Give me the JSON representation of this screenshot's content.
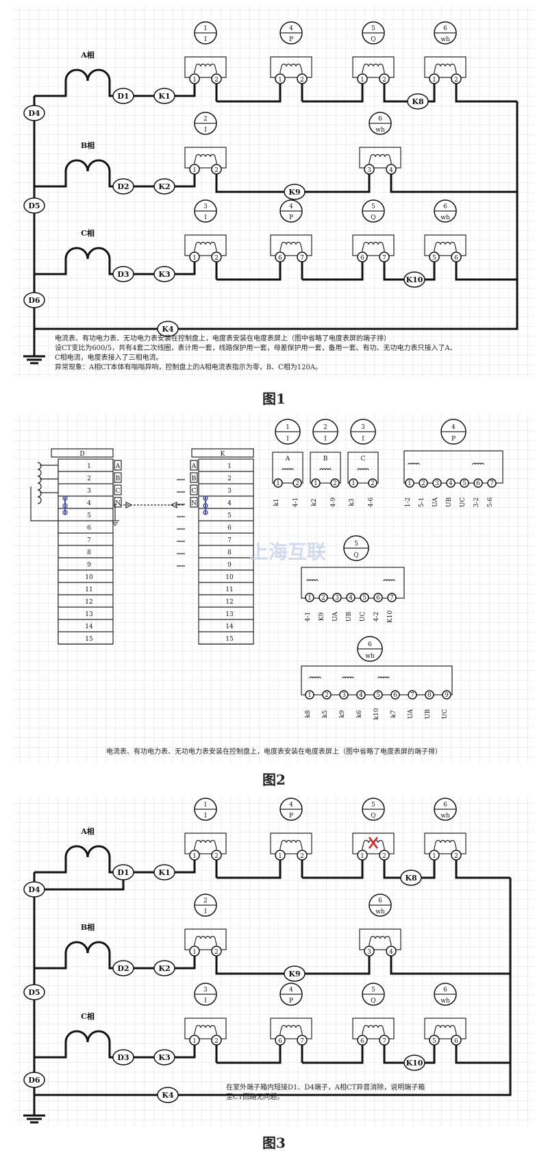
{
  "figure1": {
    "caption": "图1",
    "phase_labels": [
      "A相",
      "B相",
      "C相"
    ],
    "nodes": {
      "d": [
        "D1",
        "D2",
        "D3",
        "D4",
        "D5",
        "D6"
      ],
      "k": [
        "K1",
        "K2",
        "K3",
        "K4",
        "K8",
        "K9",
        "K10"
      ]
    },
    "meter_top": [
      [
        "1",
        "I"
      ],
      [
        "4",
        "P"
      ],
      [
        "5",
        "Q"
      ],
      [
        "6",
        "wh"
      ]
    ],
    "meter_mid": [
      [
        "2",
        "I"
      ],
      [
        "6",
        "wh"
      ]
    ],
    "meter_bot": [
      [
        "3",
        "I"
      ],
      [
        "4",
        "P"
      ],
      [
        "5",
        "Q"
      ],
      [
        "6",
        "wh"
      ]
    ],
    "term_top": [
      [
        "1",
        "2"
      ],
      [
        "1",
        "2"
      ],
      [
        "1",
        "2"
      ],
      [
        "1",
        "2"
      ]
    ],
    "term_mid": [
      [
        "1",
        "2"
      ],
      [
        "3",
        "4"
      ]
    ],
    "term_bot": [
      [
        "1",
        "2"
      ],
      [
        "6",
        "7"
      ],
      [
        "6",
        "7"
      ],
      [
        "5",
        "6"
      ]
    ],
    "notes": [
      "电流表、有功电力表、无功电力表安装在控制盘上，电度表安装在电度表屏上（图中省略了电度表屏的端子排）",
      "设CT变比为600/5，共有4套二次线圈，表计用一套，线路保护用一套，母差保护用一套，备用一套。有功、无功电力表只接入了A、",
      "C相电流，电度表接入了三相电流。",
      "异常现象：A相CT本体有嗡嗡异响，控制盘上的A相电流表指示为零，B、C相为120A。"
    ]
  },
  "figure2": {
    "caption": "图2",
    "d_strip_title": "D",
    "k_strip_title": "K",
    "d_rows": [
      "1",
      "2",
      "3",
      "4",
      "5",
      "6",
      "7",
      "8",
      "9",
      "10",
      "11",
      "12",
      "13",
      "14",
      "15"
    ],
    "k_rows": [
      "1",
      "2",
      "3",
      "4",
      "5",
      "6",
      "7",
      "8",
      "9",
      "10",
      "11",
      "12",
      "13",
      "14",
      "15"
    ],
    "phase_abcn": [
      "A",
      "B",
      "C",
      "N"
    ],
    "meters_i": [
      [
        "1",
        "I",
        "A"
      ],
      [
        "2",
        "I",
        "B"
      ],
      [
        "3",
        "I",
        "C"
      ]
    ],
    "meter_p": [
      "4",
      "P"
    ],
    "meter_q": [
      "5",
      "Q"
    ],
    "meter_wh": [
      "6",
      "wh"
    ],
    "i_terms": [
      "1",
      "2"
    ],
    "p_terms": [
      "1",
      "2",
      "3",
      "4",
      "5",
      "6",
      "7"
    ],
    "q_terms": [
      "1",
      "2",
      "3",
      "4",
      "5",
      "6",
      "7"
    ],
    "wh_terms": [
      "1",
      "2",
      "3",
      "4",
      "5",
      "6",
      "7",
      "8",
      "9"
    ],
    "i_wire_labels": [
      "k1",
      "4-1",
      "k2",
      "4-9",
      "k3",
      "4-6"
    ],
    "p_wire_labels": [
      "1-2",
      "5-1",
      "UA",
      "UB",
      "UC",
      "3-2",
      "5-6"
    ],
    "q_wire_labels": [
      "4-1",
      "K9",
      "UA",
      "UB",
      "UC",
      "4-2",
      "K10"
    ],
    "wh_wire_labels": [
      "k8",
      "k5",
      "k9",
      "k6",
      "k10",
      "k7",
      "UA",
      "UB",
      "UC"
    ],
    "watermark": "上海互联",
    "note": "电流表、有功电力表、无功电力表安装在控制盘上，电度表安装在电度表屏上（图中省略了电度表屏的端子排）"
  },
  "figure3": {
    "caption": "图3",
    "notes": [
      "在室外端子箱内短接D1、D4端子，A相CT异音消除，说明端子箱",
      "至CT回路无问题。"
    ],
    "highlight_color": "#d42020"
  },
  "colors": {
    "grid": "#d6d6d6",
    "wire": "#111111",
    "jumper": "#4a52b8"
  }
}
